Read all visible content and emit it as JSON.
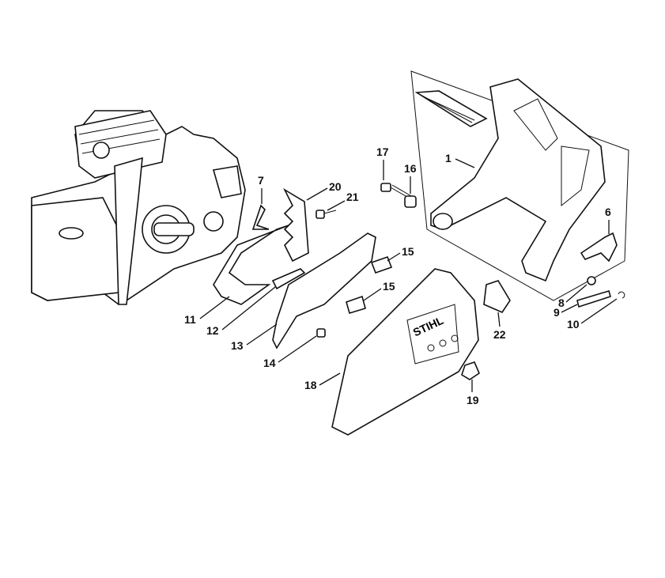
{
  "diagram": {
    "brand_mark": "STIHL",
    "callouts": [
      {
        "id": "c1",
        "label": "1"
      },
      {
        "id": "c17",
        "label": "17"
      },
      {
        "id": "c16",
        "label": "16"
      },
      {
        "id": "c20",
        "label": "20"
      },
      {
        "id": "c21",
        "label": "21"
      },
      {
        "id": "c7",
        "label": "7"
      },
      {
        "id": "c6",
        "label": "6"
      },
      {
        "id": "c15a",
        "label": "15"
      },
      {
        "id": "c15b",
        "label": "15"
      },
      {
        "id": "c11",
        "label": "11"
      },
      {
        "id": "c12",
        "label": "12"
      },
      {
        "id": "c13",
        "label": "13"
      },
      {
        "id": "c14",
        "label": "14"
      },
      {
        "id": "c8",
        "label": "8"
      },
      {
        "id": "c9",
        "label": "9"
      },
      {
        "id": "c10",
        "label": "10"
      },
      {
        "id": "c22",
        "label": "22"
      },
      {
        "id": "c18",
        "label": "18"
      },
      {
        "id": "c19",
        "label": "19"
      }
    ]
  }
}
